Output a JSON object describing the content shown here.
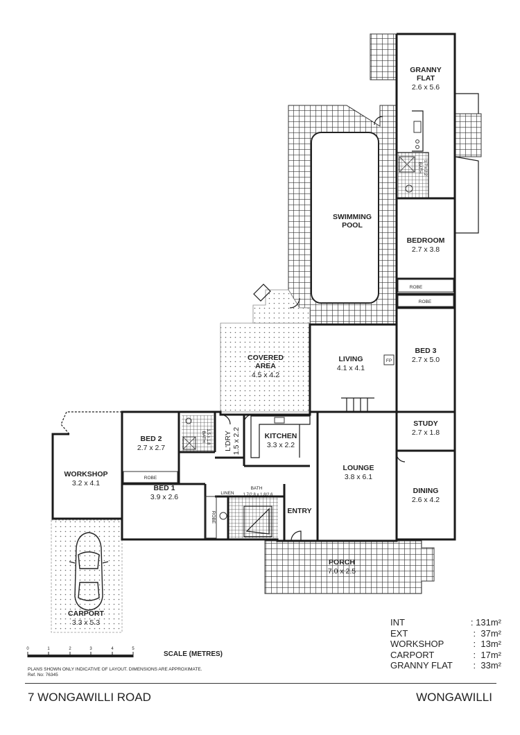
{
  "rooms": [
    {
      "name": "GRANNY\nFLAT",
      "dims": "2.6 x 5.6"
    },
    {
      "name": "SWIMMING\nPOOL",
      "dims": ""
    },
    {
      "name": "BEDROOM",
      "dims": "2.7 x 3.8"
    },
    {
      "name": "BED 3",
      "dims": "2.7 x 5.0"
    },
    {
      "name": "LIVING",
      "dims": "4.1 x 4.1"
    },
    {
      "name": "COVERED\nAREA",
      "dims": "4.5 x 4.2"
    },
    {
      "name": "STUDY",
      "dims": "2.7 x 1.8"
    },
    {
      "name": "KITCHEN",
      "dims": "3.3 x 2.2"
    },
    {
      "name": "BED 2",
      "dims": "2.7 x 2.7"
    },
    {
      "name": "LOUNGE",
      "dims": "3.8 x 6.1"
    },
    {
      "name": "DINING",
      "dims": "2.6 x 4.2"
    },
    {
      "name": "WORKSHOP",
      "dims": "3.2 x 4.1"
    },
    {
      "name": "BED 1",
      "dims": "3.9 x 2.6"
    },
    {
      "name": "ENTRY",
      "dims": ""
    },
    {
      "name": "PORCH",
      "dims": "7.0 x 2.5"
    },
    {
      "name": "CARPORT",
      "dims": "3.3 x 5.3"
    }
  ],
  "small_labels": {
    "robe": "ROBE",
    "linen": "LINEN",
    "bath": "BATH",
    "fp": "FP",
    "ldry": "L'DRY",
    "ldry_dims": "1.5 x 2.2",
    "bath_main_dims": "1.7/2.8 x 1.8/2.6",
    "bath_bed2_dims": "1.5 x 1.8",
    "bath_granny_dims": "1.7 x 2.2"
  },
  "areas": [
    {
      "label": "INT",
      "value": ": 131m²"
    },
    {
      "label": "EXT",
      "value": ":  37m²"
    },
    {
      "label": "WORKSHOP",
      "value": ":  13m²"
    },
    {
      "label": "CARPORT",
      "value": ":  17m²"
    },
    {
      "label": "GRANNY FLAT",
      "value": ":  33m²"
    }
  ],
  "scale": {
    "title": "SCALE (METRES)",
    "ticks": [
      "0",
      "1",
      "2",
      "3",
      "4",
      "5"
    ]
  },
  "disclaimer": "PLANS SHOWN ONLY INDICATIVE OF LAYOUT.  DIMENSIONS ARE APPROXIMATE.",
  "ref": "Ref. No: 76345",
  "address": "7 WONGAWILLI ROAD",
  "suburb": "WONGAWILLI"
}
